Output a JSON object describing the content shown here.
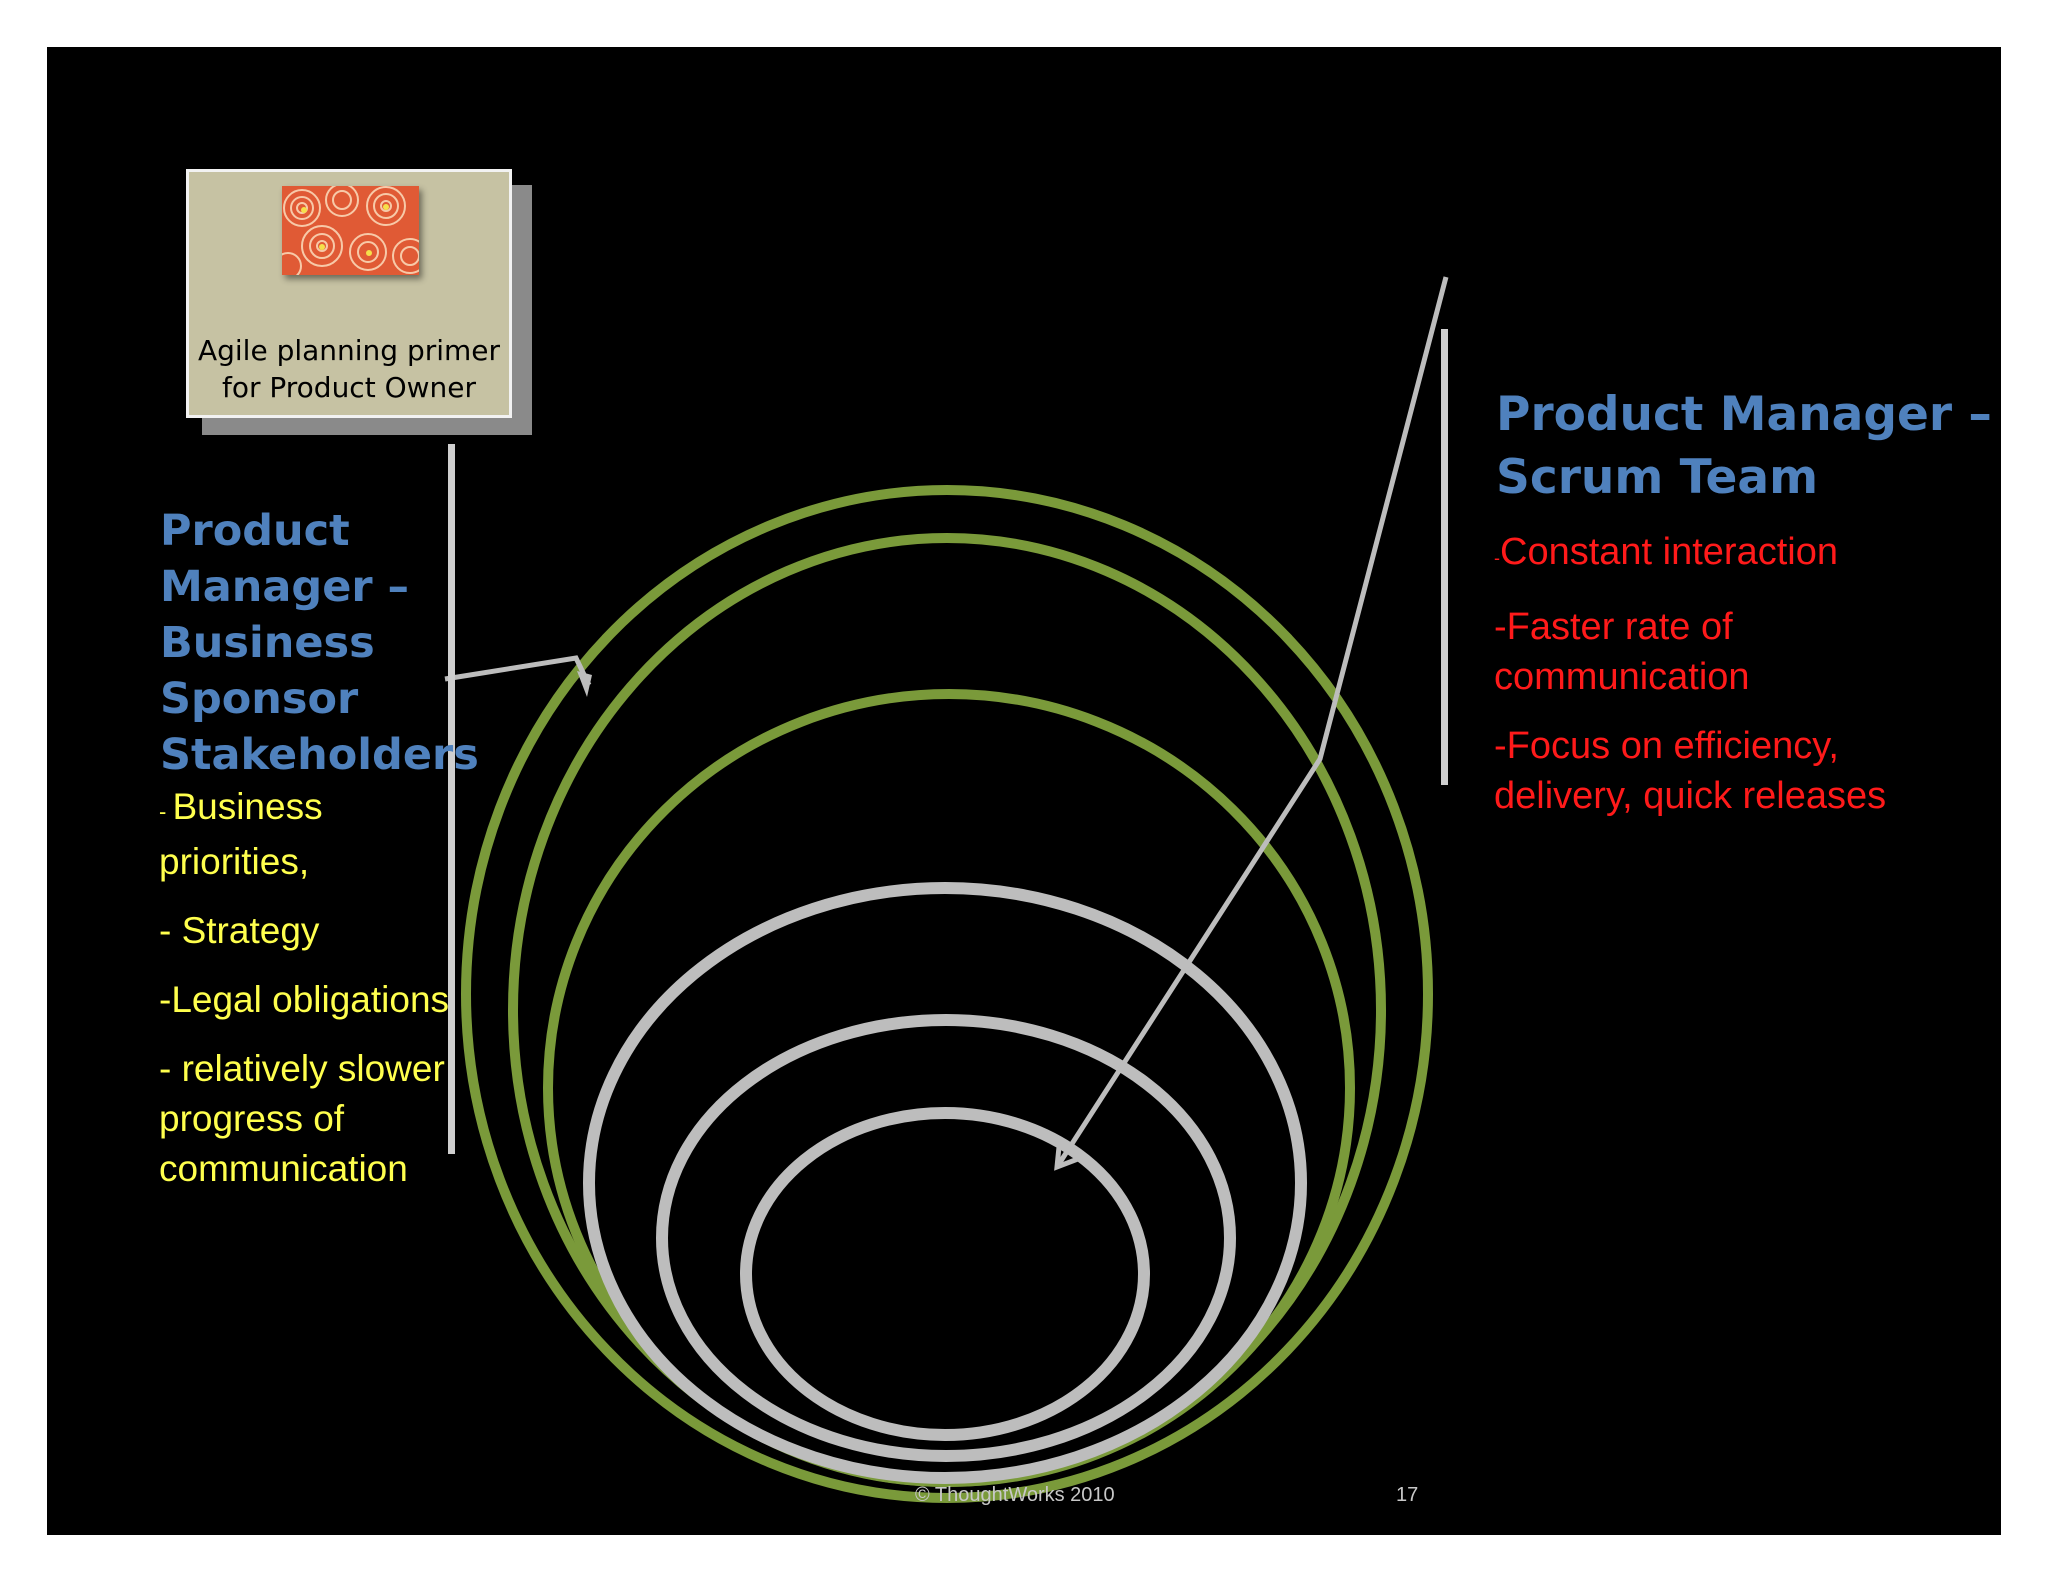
{
  "thumbnail": {
    "caption_line1": "Agile planning primer",
    "caption_line2": "for Product Owner"
  },
  "left_panel": {
    "heading_lines": [
      "Product",
      "Manager –",
      "Business",
      "Sponsor",
      "Stakeholders"
    ],
    "bullets": [
      {
        "prefix": "- ",
        "lines": [
          "Business",
          "priorities,"
        ]
      },
      {
        "prefix": "",
        "lines": [
          "- Strategy"
        ]
      },
      {
        "prefix": "",
        "lines": [
          "-Legal obligations"
        ]
      },
      {
        "prefix": "",
        "lines": [
          "- relatively slower",
          "progress of",
          "communication"
        ]
      }
    ]
  },
  "right_panel": {
    "heading_lines": [
      "Product Manager –",
      "Scrum Team"
    ],
    "bullets": [
      {
        "prefix": "-",
        "lines": [
          "Constant interaction"
        ]
      },
      {
        "prefix": "",
        "lines": [
          "-Faster rate of",
          "communication"
        ]
      },
      {
        "prefix": "",
        "lines": [
          "-Focus on efficiency,",
          "delivery, quick releases"
        ]
      }
    ]
  },
  "footer": {
    "copyright": "©  ThoughtWorks 2010",
    "page_number": "17"
  },
  "colors": {
    "background": "#000000",
    "heading_blue": "#4f81bd",
    "left_text_yellow": "#ffff4d",
    "right_text_red": "#ff1a1a",
    "outer_rings_green": "#7a9a3a",
    "inner_rings_gray": "#bdbdbd"
  }
}
